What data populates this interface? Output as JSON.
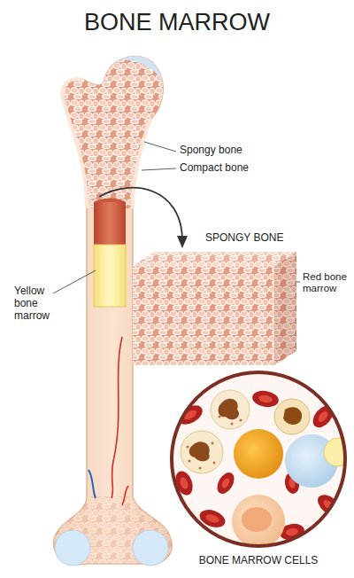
{
  "diagram": {
    "title": "BONE MARROW",
    "labels": [
      "Spongy bone",
      "Compact bone",
      "SPONGY BONE",
      "Red bone marrow",
      "Yellow bone marrow",
      "BONE MARROW CELLS"
    ]
  }
}
